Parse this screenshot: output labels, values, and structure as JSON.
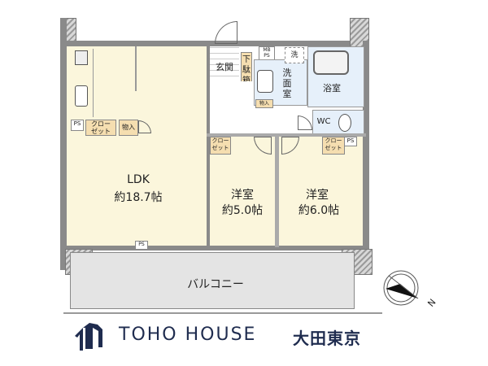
{
  "floorplan": {
    "rooms": {
      "ldk": {
        "name": "LDK",
        "size": "約18.7帖"
      },
      "western1": {
        "name": "洋室",
        "size": "約5.0帖"
      },
      "western2": {
        "name": "洋室",
        "size": "約6.0帖"
      },
      "balcony": {
        "name": "バルコニー"
      },
      "entrance": {
        "name": "玄関"
      },
      "shoe_cabinet": {
        "name": "下駄箱"
      },
      "washroom": {
        "name": "洗面室"
      },
      "washer": {
        "name": "洗"
      },
      "bathroom": {
        "name": "浴室"
      },
      "wc": {
        "name": "WC"
      }
    },
    "closets": {
      "ldk_closet": "クローゼット",
      "ldk_storage": "物入",
      "wash_storage": "物入",
      "western1_closet": "クローゼット",
      "western2_closet": "クローゼット"
    },
    "tags": {
      "ps_ldk": "PS",
      "ps_wc": "PS",
      "ps_bottom": "PS",
      "mb_ps": "MB PS"
    },
    "compass": {
      "label": "N"
    }
  },
  "brand": {
    "name": "TOHO HOUSE",
    "branch": "大田東京",
    "color": "#1f2c4f"
  }
}
